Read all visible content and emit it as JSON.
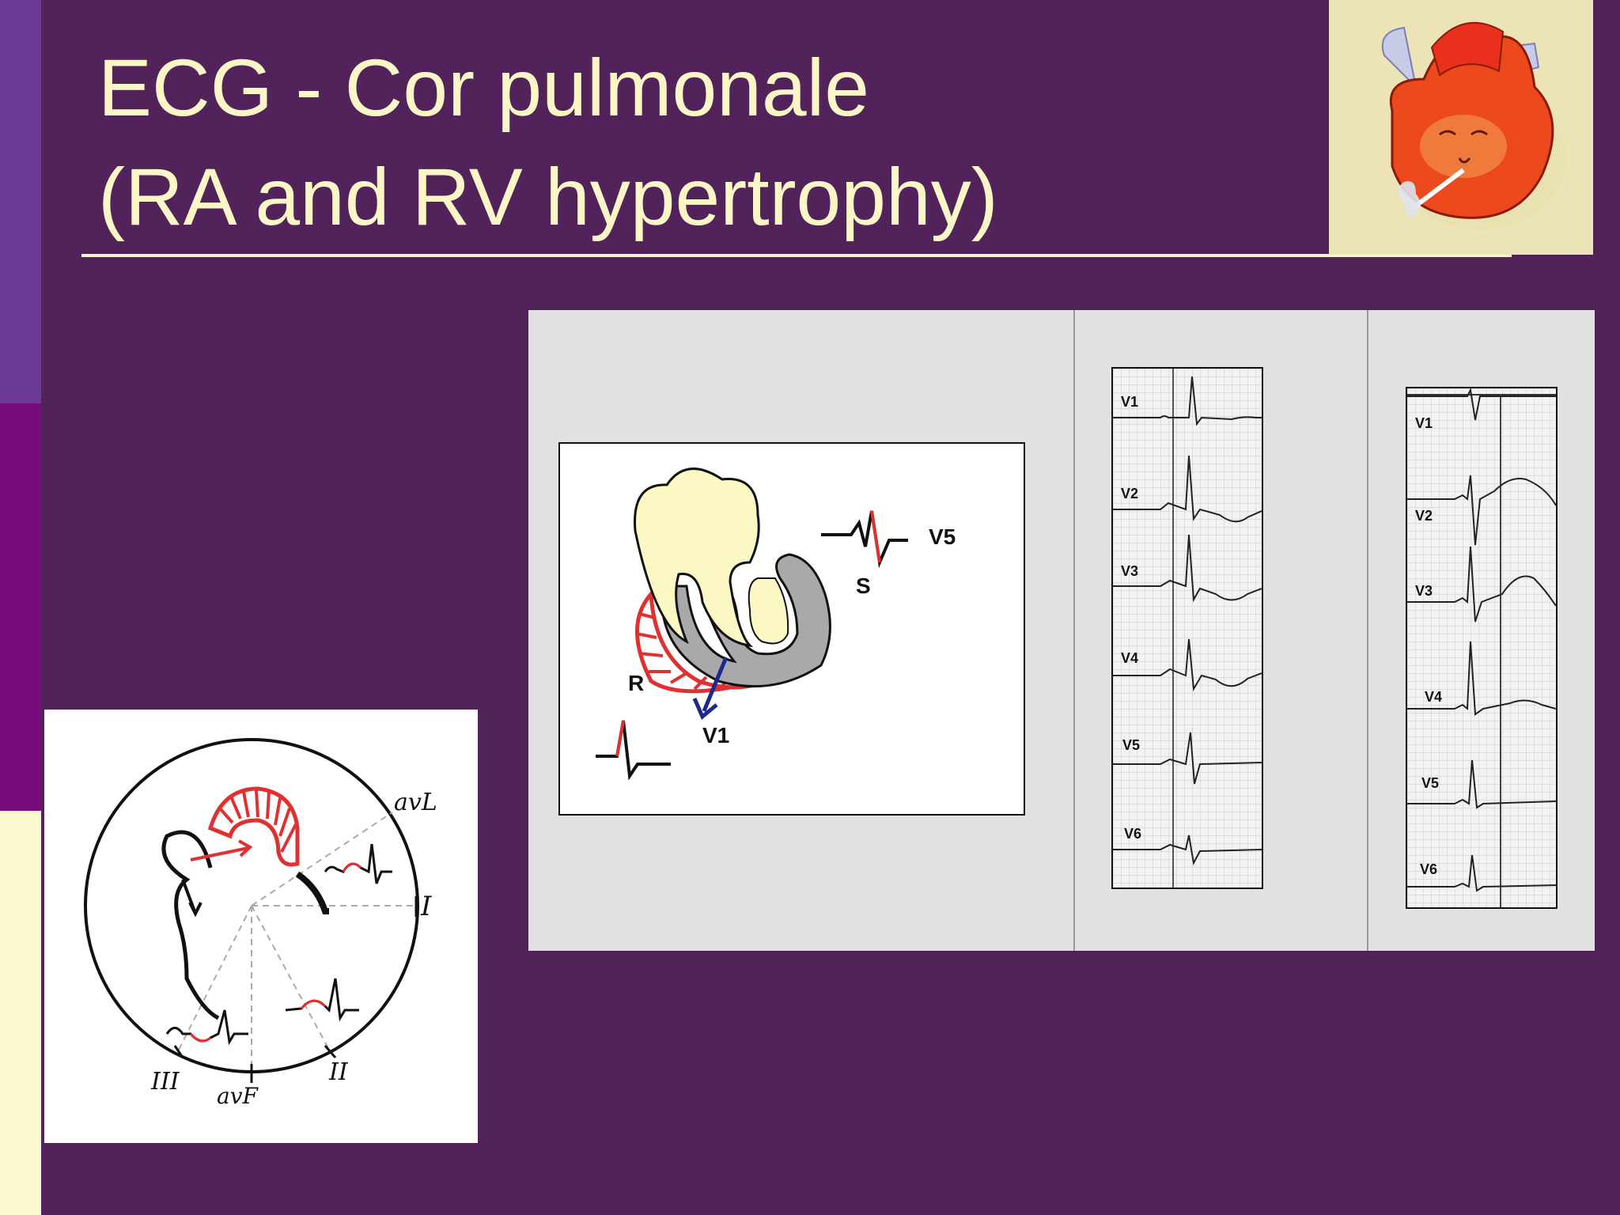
{
  "slide": {
    "title_line1": "ECG - Cor pulmonale",
    "title_line2": "(RA and RV hypertrophy)"
  },
  "colors": {
    "background": "#52235a",
    "title": "#fbf6c6",
    "accent_bar_top": "#6b3a95",
    "accent_bar_mid": "#7a0b7a",
    "accent_bar_bottom": "#fbf8cf",
    "rv_highlight": "#e03030",
    "vector": "#1a2a8a"
  },
  "diagram_heart": {
    "r_label": "R",
    "v1_label": "V1",
    "s_label": "S",
    "v5_label": "V5"
  },
  "diagram_axis": {
    "lead_avl": "avL",
    "lead_i": "I",
    "lead_ii": "II",
    "lead_iii": "III",
    "lead_avf": "avF"
  },
  "ecg_strip_1": {
    "leads": [
      "V1",
      "V2",
      "V3",
      "V4",
      "V5",
      "V6"
    ]
  },
  "ecg_strip_2": {
    "leads": [
      "V1",
      "V2",
      "V3",
      "V4",
      "V5",
      "V6"
    ]
  }
}
